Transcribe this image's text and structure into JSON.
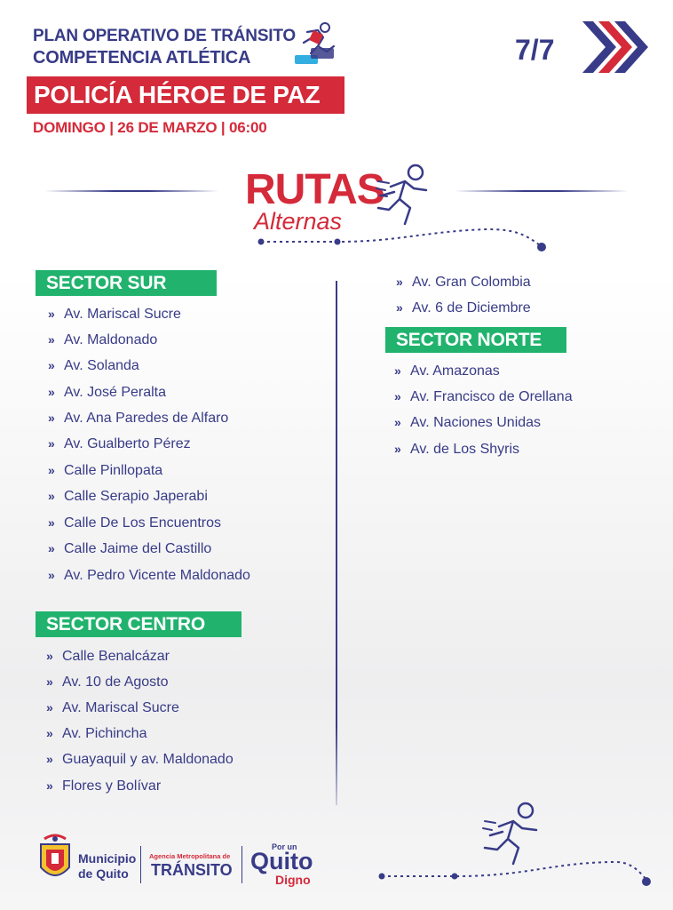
{
  "header": {
    "line1": "PLAN OPERATIVO DE TRÁNSITO",
    "line2": "COMPETENCIA ATLÉTICA",
    "banner": "POLICÍA HÉROE DE PAZ",
    "date": "DOMINGO | 26 DE MARZO | 06:00",
    "page": "7/7"
  },
  "title": {
    "main": "RUTAS",
    "sub": "Alternas"
  },
  "sectors": {
    "sur": {
      "heading": "SECTOR SUR",
      "items": [
        "Av. Mariscal Sucre",
        "Av. Maldonado",
        "Av. Solanda",
        "Av. José Peralta",
        "Av. Ana Paredes de Alfaro",
        "Av. Gualberto Pérez",
        "Calle Pinllopata",
        "Calle Serapio Japerabi",
        "Calle De Los Encuentros",
        "Calle Jaime del Castillo",
        "Av. Pedro Vicente Maldonado"
      ]
    },
    "centro": {
      "heading": "SECTOR CENTRO",
      "items": [
        "Calle Benalcázar",
        "Av. 10 de Agosto",
        "Av. Mariscal Sucre",
        "Av. Pichincha",
        "Guayaquil y av. Maldonado",
        "Flores y Bolívar"
      ]
    },
    "right_top": {
      "items": [
        "Av. Gran Colombia",
        "Av. 6 de Diciembre"
      ]
    },
    "norte": {
      "heading": "SECTOR NORTE",
      "items": [
        "Av. Amazonas",
        "Av. Francisco de Orellana",
        "Av. Naciones Unidas",
        "Av. de Los Shyris"
      ]
    }
  },
  "footer": {
    "municipio_line1": "Municipio",
    "municipio_line2": "de Quito",
    "agencia": "Agencia Metropolitana de",
    "transito": "TRÁNSITO",
    "por_un": "Por un",
    "quito": "Quito",
    "digno": "Digno"
  },
  "colors": {
    "navy": "#383b87",
    "red": "#d42a3a",
    "green": "#21b36e"
  }
}
